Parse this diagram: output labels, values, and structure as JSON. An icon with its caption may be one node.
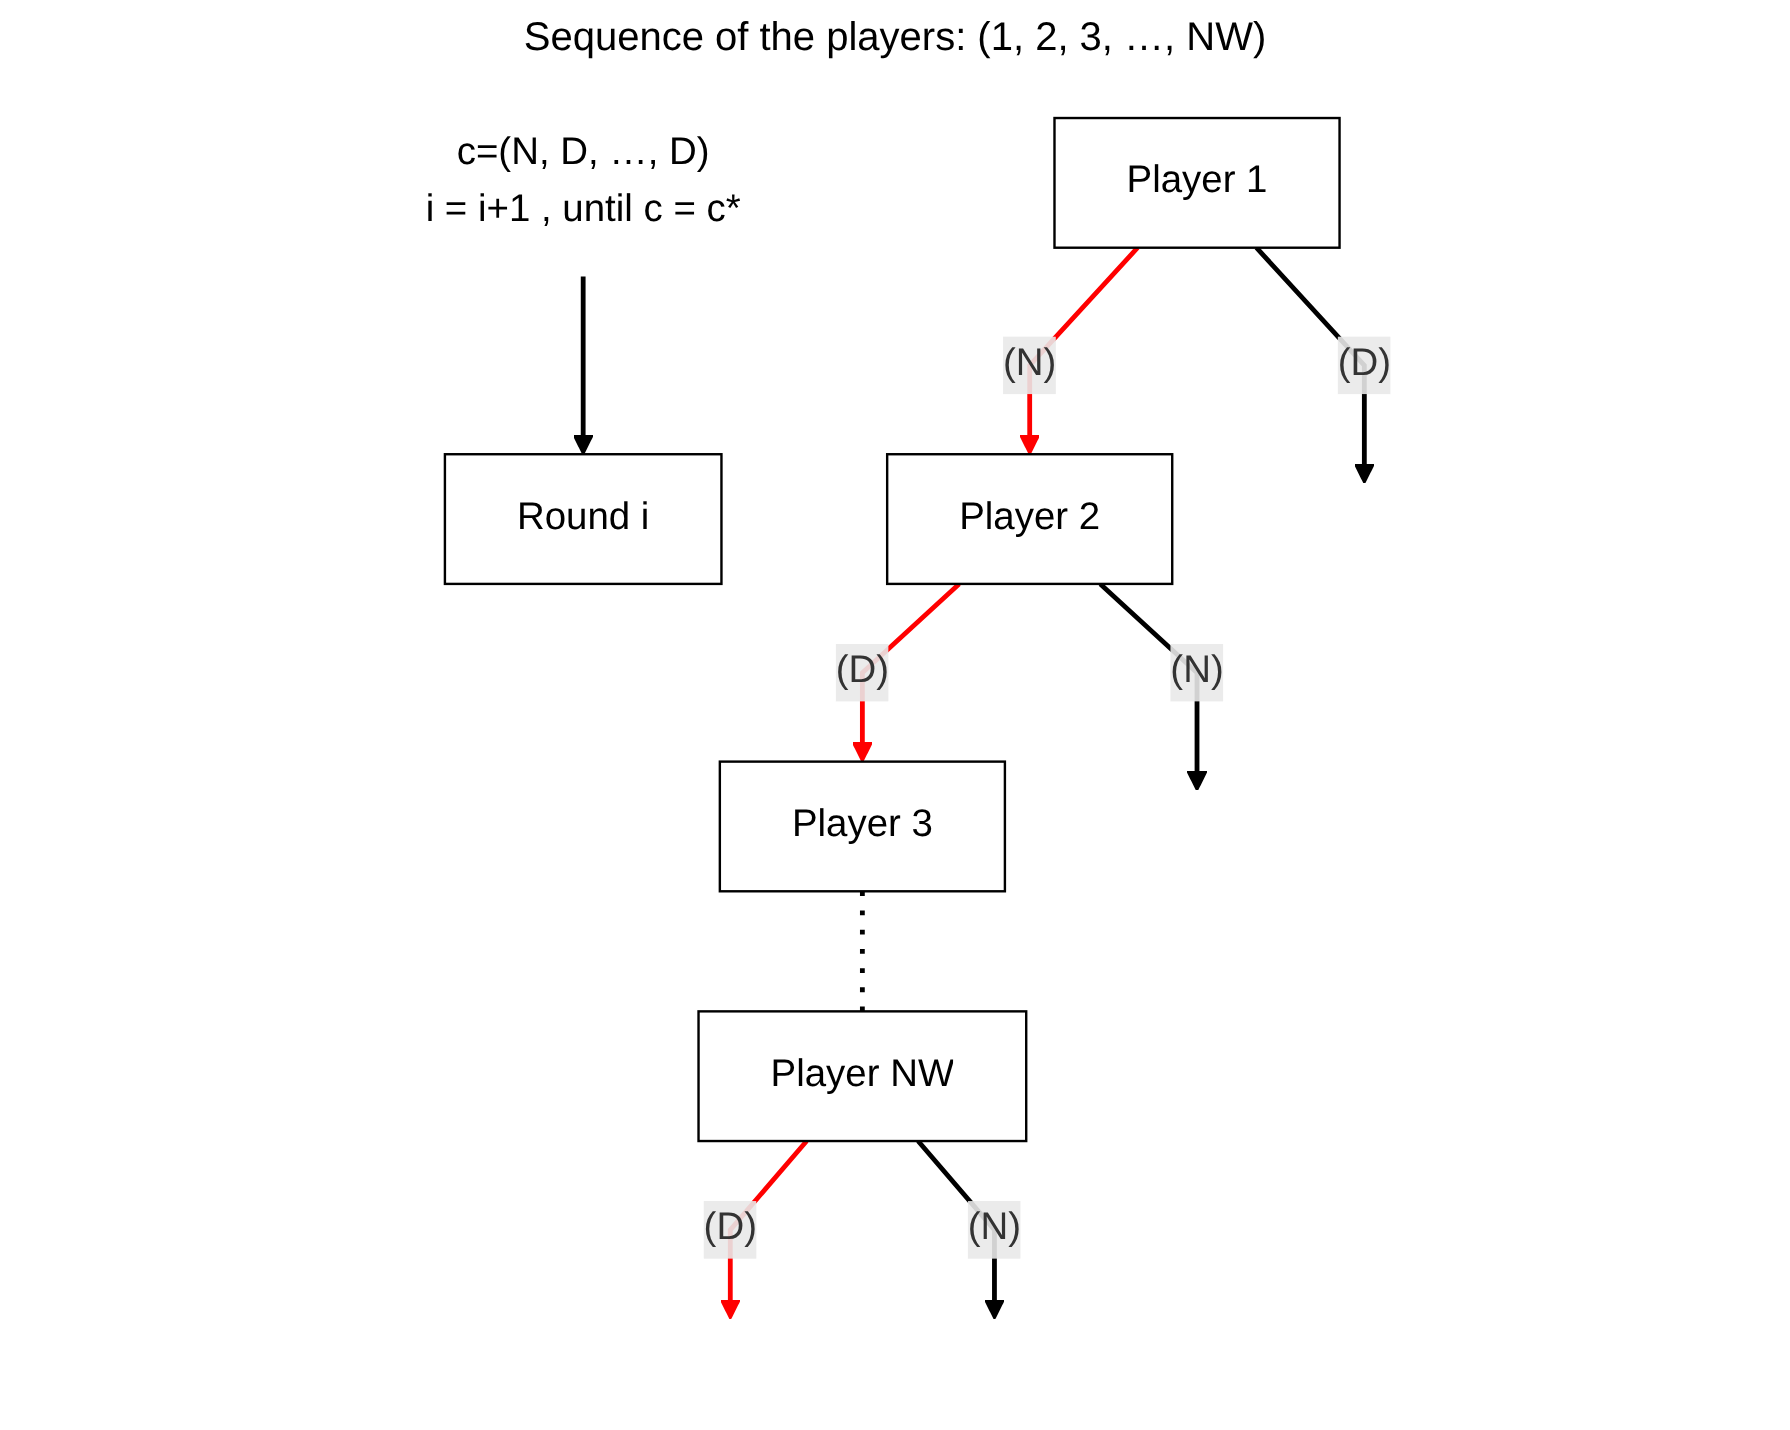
{
  "diagram": {
    "title": "Sequence of the players: (1, 2, 3,  …, NW)",
    "nodes": [
      {
        "text": [
          "Round i"
        ]
      },
      {
        "text": [
          "Player 1"
        ]
      },
      {
        "text": [
          "Player 2"
        ]
      },
      {
        "text": [
          "Player 3"
        ]
      },
      {
        "text": [
          "Player NW"
        ]
      },
      {
        "text": [
          "c=(N, D, …, D)",
          "i = i+1 , until c = c*"
        ]
      }
    ],
    "edges": [
      {
        "from": 1,
        "to": null,
        "arrow": "to",
        "label": "(D)"
      },
      {
        "from": 1,
        "to": 2,
        "arrow": "to",
        "label": "(N)",
        "color": "#ff0000"
      },
      {
        "from": 2,
        "to": 3,
        "arrow": "to",
        "label": "(D)",
        "color": "#ff0000"
      },
      {
        "from": 2,
        "to": null,
        "arrow": "to",
        "label": "(N)"
      },
      {
        "from": 3,
        "to": 4,
        "arrow": "none",
        "style": "dashed"
      },
      {
        "from": 4,
        "to": null,
        "arrow": "to",
        "label": "(D)",
        "color": "#ff0000"
      },
      {
        "from": 4,
        "to": null,
        "arrow": "to",
        "label": "(N)"
      },
      {
        "from": 5,
        "to": 0,
        "arrow": "to"
      }
    ]
  }
}
